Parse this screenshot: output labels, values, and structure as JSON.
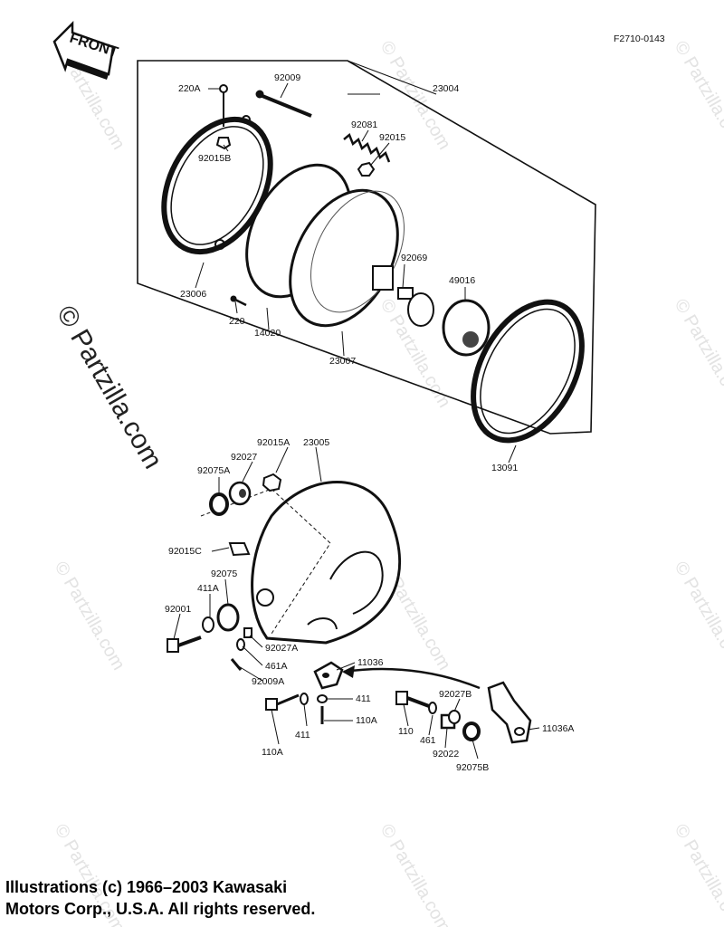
{
  "diagram": {
    "figure_code": "F2710-0143",
    "front_label": "FRONT",
    "parts": {
      "p220A": "220A",
      "p92009": "92009",
      "p23004": "23004",
      "p92081": "92081",
      "p92015": "92015",
      "p92015B": "92015B",
      "p92069": "92069",
      "p49016": "49016",
      "p23006": "23006",
      "p220": "220",
      "p14020": "14020",
      "p23007": "23007",
      "p13091": "13091",
      "p92015A": "92015A",
      "p23005": "23005",
      "p92027": "92027",
      "p92075A": "92075A",
      "p92015C": "92015C",
      "p92075": "92075",
      "p411A": "411A",
      "p92001": "92001",
      "p92027A": "92027A",
      "p461A": "461A",
      "p92009A": "92009A",
      "p11036": "11036",
      "p411a": "411",
      "p110Aa": "110A",
      "p110Ab": "110A",
      "p411b": "411",
      "p110": "110",
      "p461": "461",
      "p92027B": "92027B",
      "p92022": "92022",
      "p92075B": "92075B",
      "p11036A": "11036A"
    }
  },
  "watermark": {
    "text": "© Partzilla.com"
  },
  "copyright": {
    "line1": "Illustrations (c) 1966–2003 Kawasaki",
    "line2": "Motors Corp., U.S.A.  All rights reserved."
  }
}
